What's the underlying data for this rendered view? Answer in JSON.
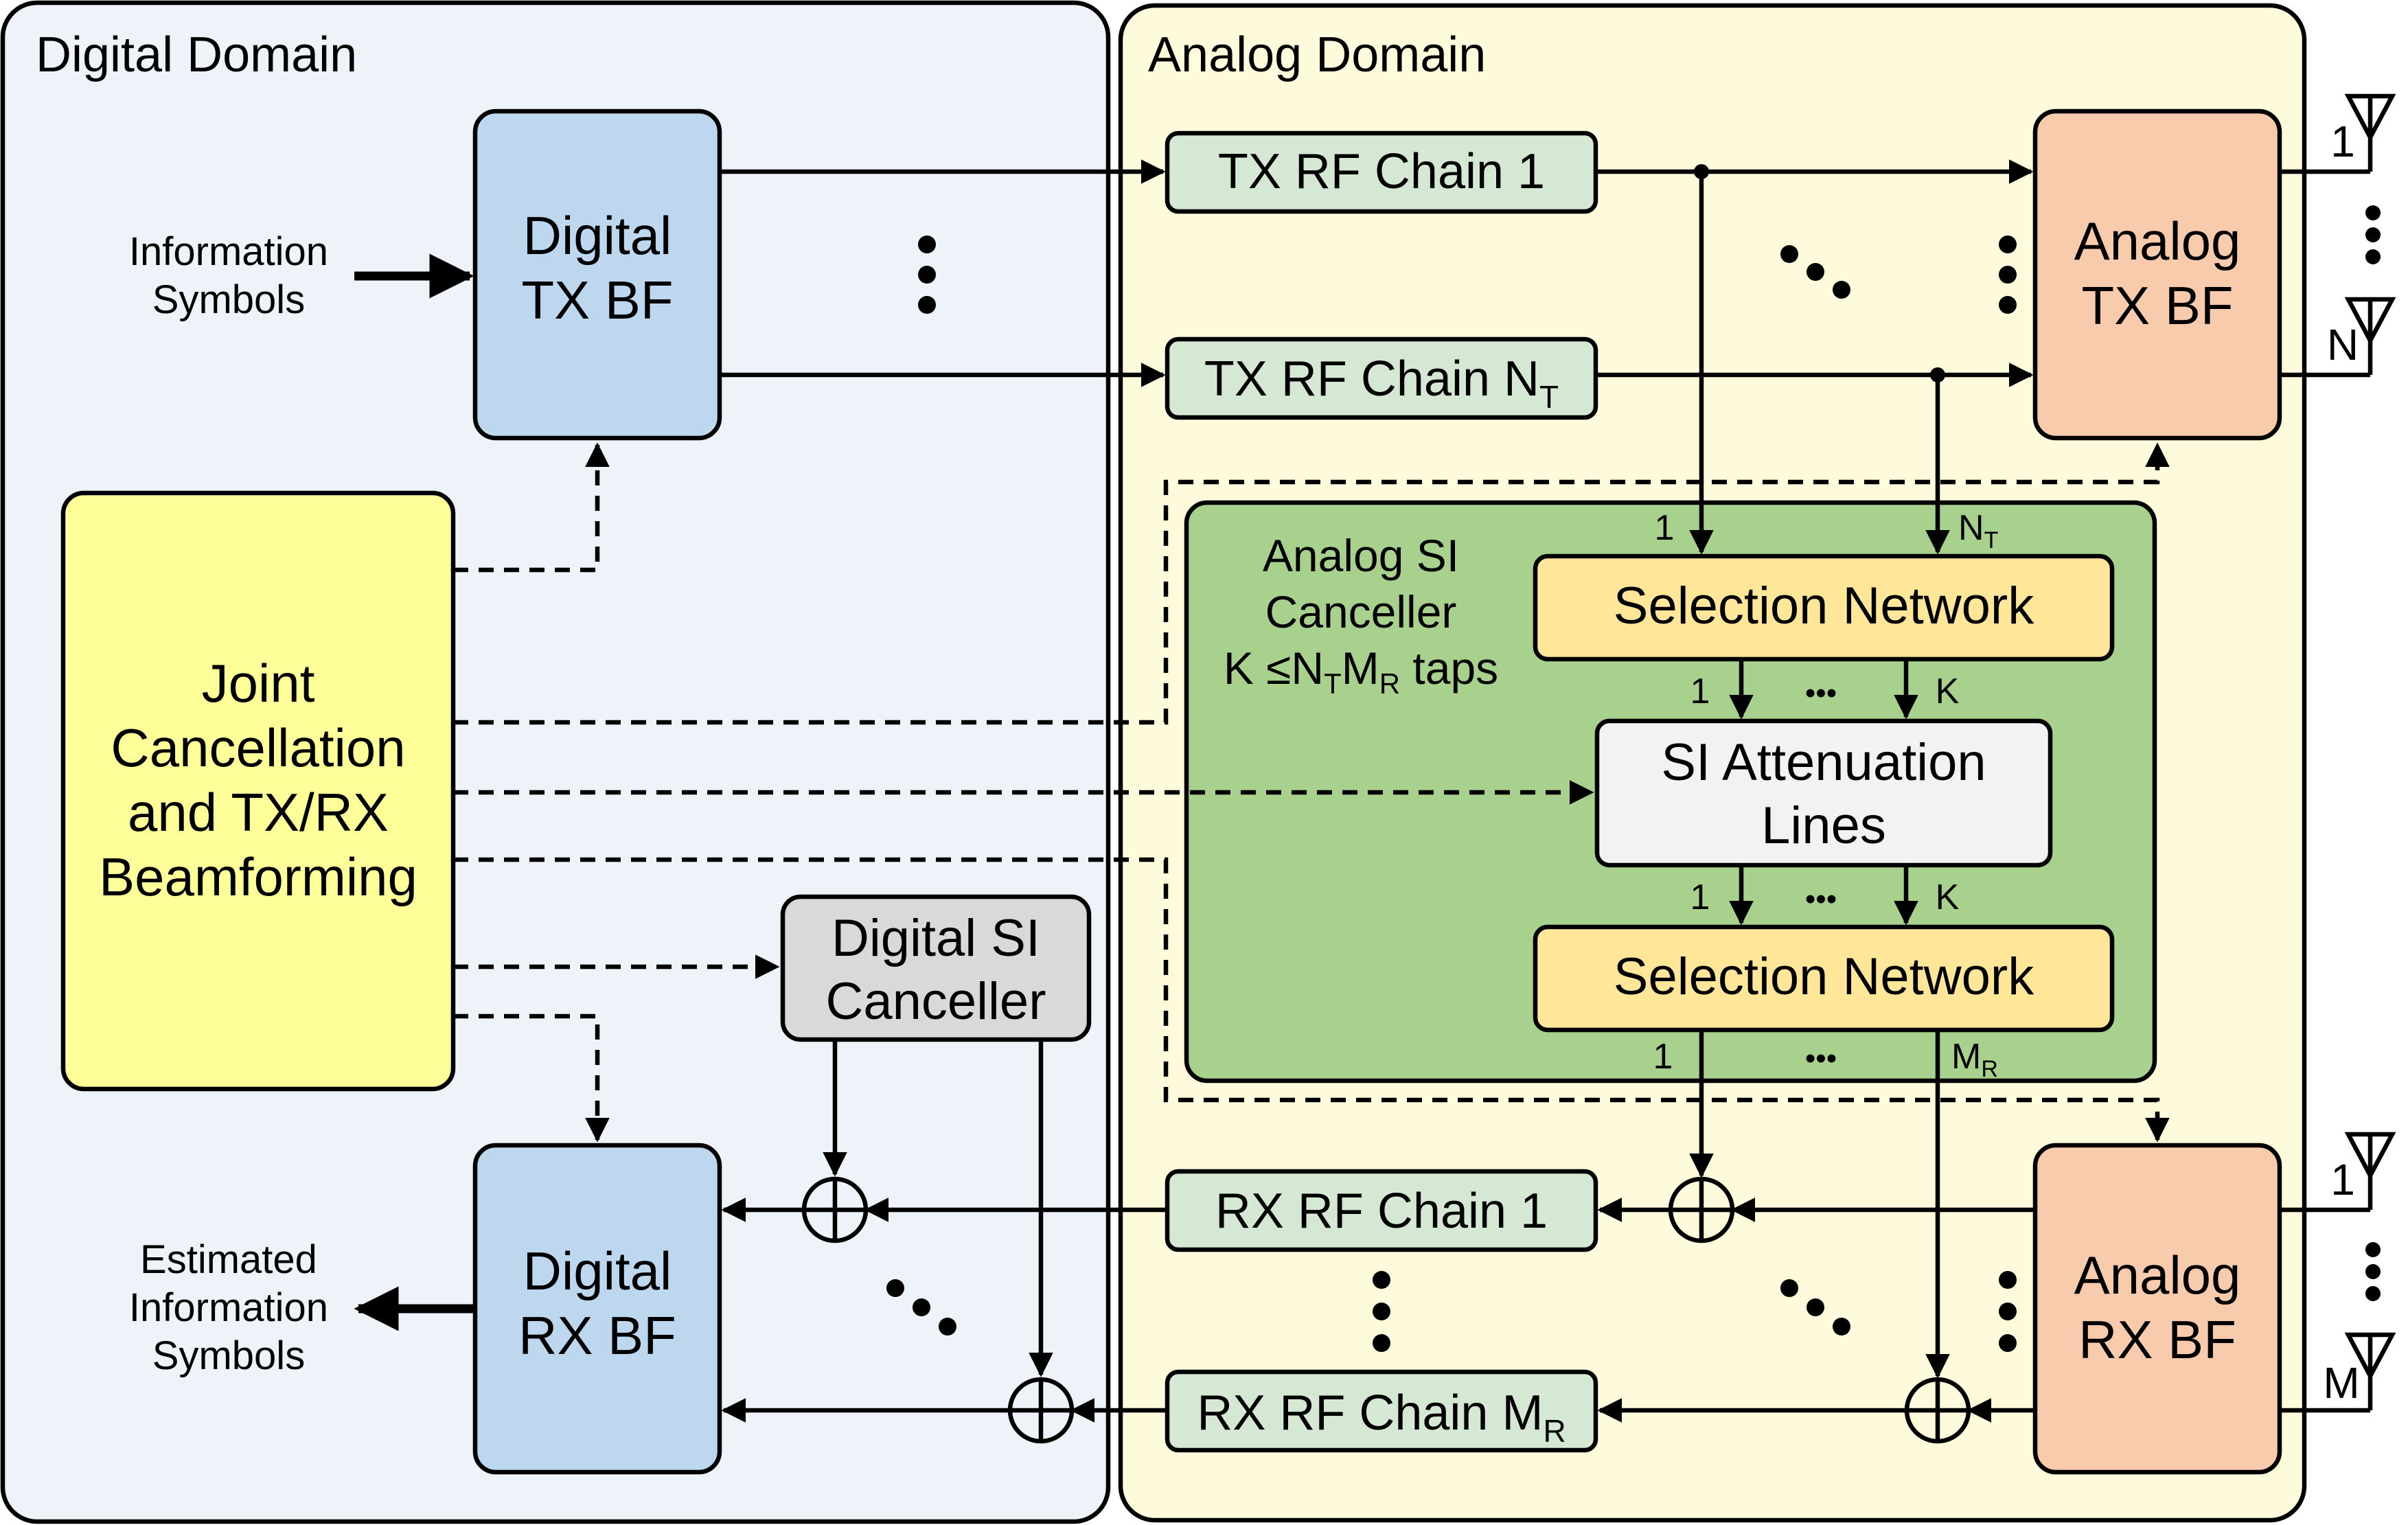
{
  "regions": {
    "digital_title": "Digital Domain",
    "analog_title": "Analog Domain"
  },
  "colors": {
    "digital_bg": "#eef3f9",
    "analog_bg": "#fefbdc",
    "bf_blue": "#bdd7ee",
    "rf_green": "#d5e8d4",
    "canceller_green": "#a9d18e",
    "selection_yellow": "#ffe699",
    "attenuation_grey": "#f2f2f2",
    "analog_bf_orange": "#f8cbad",
    "joint_yellow": "#ffff99",
    "digital_si_grey": "#d9d9d9"
  },
  "labels": {
    "info_symbols_1": "Information",
    "info_symbols_2": "Symbols",
    "est_1": "Estimated",
    "est_2": "Information",
    "est_3": "Symbols",
    "digital_tx_bf_1": "Digital",
    "digital_tx_bf_2": "TX BF",
    "digital_rx_bf_1": "Digital",
    "digital_rx_bf_2": "RX BF",
    "joint_1": "Joint",
    "joint_2": "Cancellation",
    "joint_3": "and TX/RX",
    "joint_4": "Beamforming",
    "digital_si_1": "Digital SI",
    "digital_si_2": "Canceller",
    "tx_rf_1": "TX RF Chain 1",
    "tx_rf_n_prefix": "TX RF Chain N",
    "tx_rf_n_sub": "T",
    "rx_rf_1": "RX RF Chain 1",
    "rx_rf_m_prefix": "RX RF Chain M",
    "rx_rf_m_sub": "R",
    "analog_tx_bf_1": "Analog",
    "analog_tx_bf_2": "TX BF",
    "analog_rx_bf_1": "Analog",
    "analog_rx_bf_2": "RX BF",
    "analog_si_1": "Analog SI",
    "analog_si_2": "Canceller",
    "analog_si_3_k": "K ≤N",
    "analog_si_3_t": "T",
    "analog_si_3_m": "M",
    "analog_si_3_r": "R",
    "analog_si_3_taps": " taps",
    "selection_top": "Selection Network",
    "selection_bottom": "Selection Network",
    "attenuation_1": "SI Attenuation",
    "attenuation_2": "Lines",
    "tap_1": "1",
    "tap_n": "N",
    "tap_n_sub": "T",
    "tap_k": "K",
    "tap_m": "M",
    "tap_m_sub": "R",
    "ant_1": "1",
    "ant_n": "N",
    "ant_m": "M",
    "ellipsis": "•••"
  }
}
